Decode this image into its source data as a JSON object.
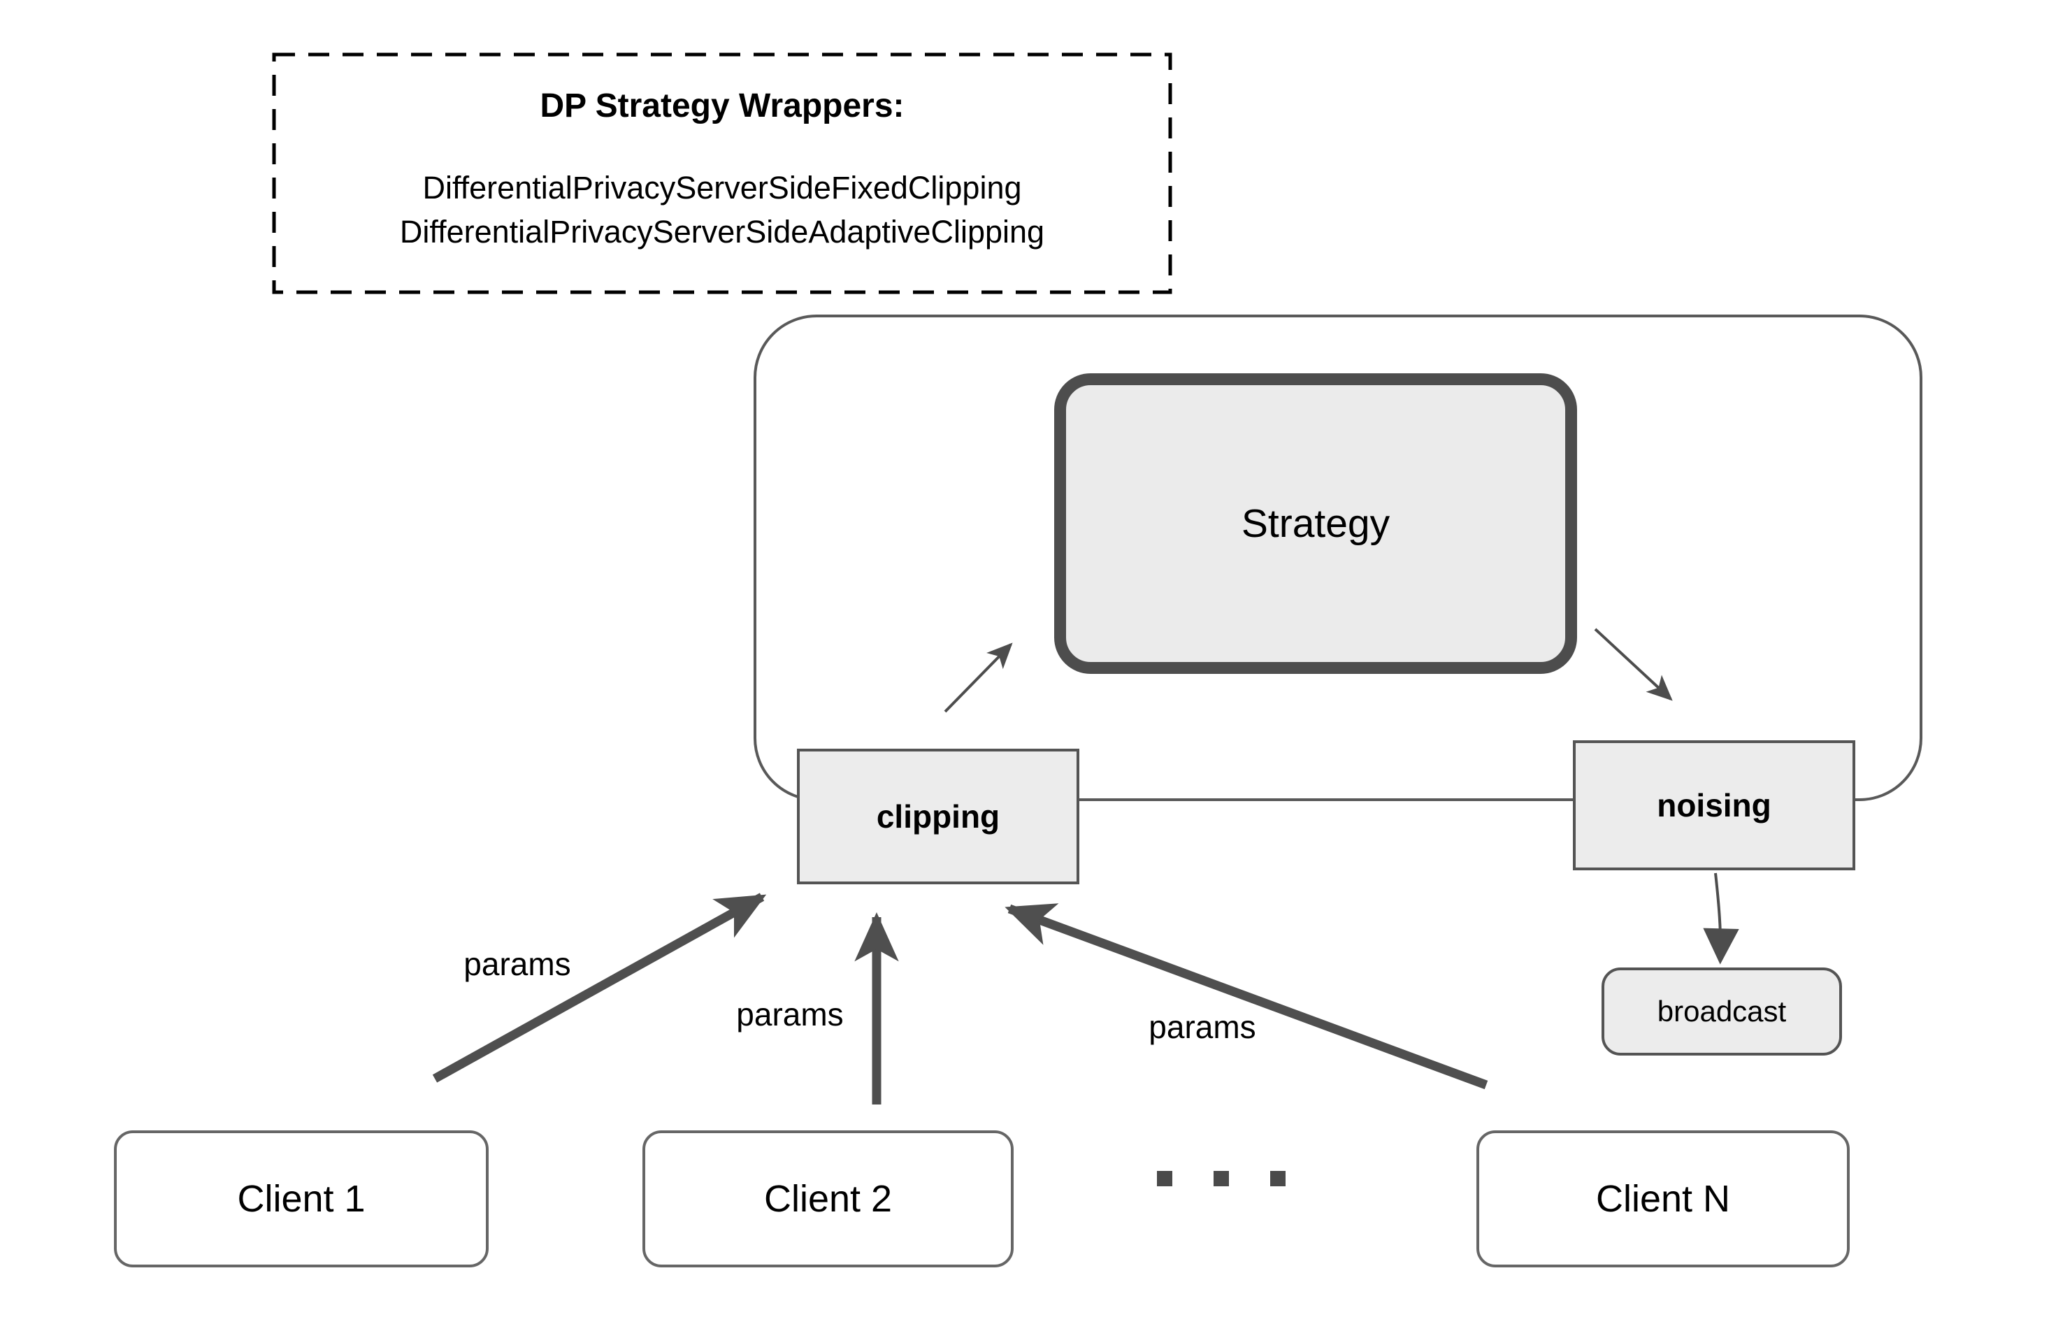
{
  "wrapper_box": {
    "title": "DP Strategy Wrappers:",
    "class_names": [
      "DifferentialPrivacyServerSideFixedClipping",
      "DifferentialPrivacyServerSideAdaptiveClipping"
    ]
  },
  "server": {
    "strategy_label": "Strategy",
    "clipping_label": "clipping",
    "noising_label": "noising",
    "broadcast_label": "broadcast"
  },
  "clients": [
    {
      "label": "Client 1"
    },
    {
      "label": "Client 2"
    },
    {
      "label": "Client N"
    }
  ],
  "arrows": {
    "params_labels": [
      "params",
      "params",
      "params"
    ]
  },
  "icons": {
    "clients_ellipsis": "three-square-dots-icon"
  },
  "colors": {
    "background": "#ffffff",
    "box_fill": "#ececec",
    "strategy_fill": "#ebebeb",
    "strategy_border": "#4d4d4d",
    "box_border": "#545454",
    "client_border": "#666666",
    "container_border": "#595959",
    "arrow": "#4f4f4f",
    "dashed_border": "#000000",
    "text": "#000000"
  }
}
